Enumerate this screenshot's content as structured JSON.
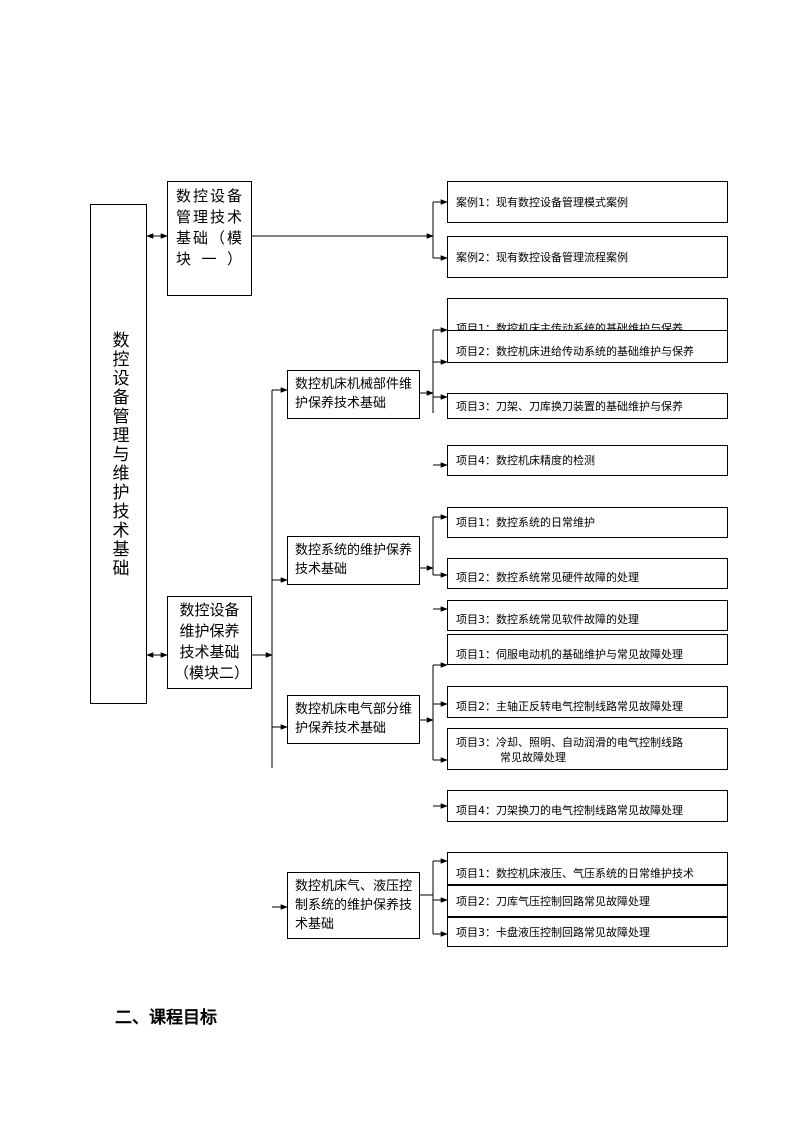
{
  "root": {
    "label": "数控设备管理与维护技术基础"
  },
  "modules": [
    {
      "label": "数控设备管理技术基础（模块一）"
    },
    {
      "label": "数控设备维护保养技术基础（模块二）"
    }
  ],
  "module1_cases": [
    {
      "label": "案例1：现有数控设备管理模式案例"
    },
    {
      "label": "案例2：现有数控设备管理流程案例"
    }
  ],
  "submodules": [
    {
      "label": "数控机床机械部件维护保养技术基础"
    },
    {
      "label": "数控系统的维护保养技术基础"
    },
    {
      "label": "数控机床电气部分维护保养技术基础"
    },
    {
      "label": "数控机床气、液压控制系统的维护保养技术基础"
    }
  ],
  "mechanical_items": [
    {
      "label": "项目1：数控机床主传动系统的基础维护与保养"
    },
    {
      "label": "项目2：数控机床进给传动系统的基础维护与保养"
    },
    {
      "label": "项目3：刀架、刀库换刀装置的基础维护与保养"
    },
    {
      "label": "项目4：数控机床精度的检测"
    }
  ],
  "system_items": [
    {
      "label": "项目1：数控系统的日常维护"
    },
    {
      "label": "项目2：数控系统常见硬件故障的处理"
    },
    {
      "label": "项目3：数控系统常见软件故障的处理"
    }
  ],
  "electrical_items": [
    {
      "label": "项目1：伺服电动机的基础维护与常见故障处理"
    },
    {
      "label": "项目2：主轴正反转电气控制线路常见故障处理"
    },
    {
      "label_line1": "项目3：冷却、照明、自动润滑的电气控制线路",
      "label_line2": "常见故障处理"
    },
    {
      "label": "项目4：刀架换刀的电气控制线路常见故障处理"
    }
  ],
  "hydraulic_items": [
    {
      "label": "项目1：数控机床液压、气压系统的日常维护技术"
    },
    {
      "label": "项目2：刀库气压控制回路常见故障处理"
    },
    {
      "label": "项目3：卡盘液压控制回路常见故障处理"
    }
  ],
  "section_heading": "二、课程目标"
}
